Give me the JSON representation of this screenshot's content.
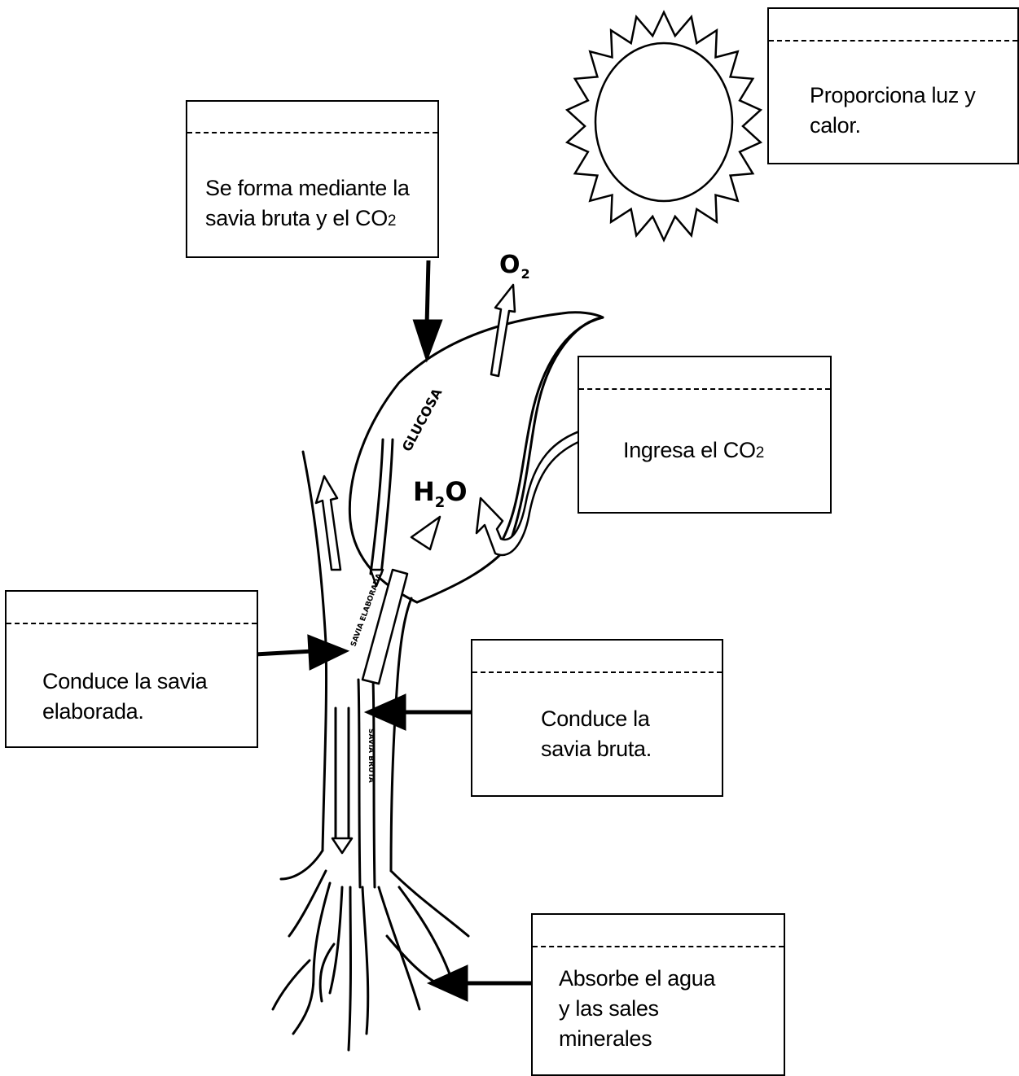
{
  "labels": {
    "sol": {
      "line1": "Proporciona  luz y",
      "line2": "calor."
    },
    "glucosa": {
      "line1": "Se forma mediante la",
      "line2_prefix": "savia bruta y el CO",
      "line2_sub": "2"
    },
    "hoja": {
      "prefix": "Ingresa el CO",
      "sub": "2"
    },
    "floema": {
      "line1": "Conduce la savia",
      "line2": "elaborada."
    },
    "xilema": {
      "line1": "Conduce la",
      "line2": "savia bruta."
    },
    "raiz": {
      "line1": "Absorbe el agua",
      "line2": "y las sales",
      "line3": "minerales"
    }
  },
  "diagram_text": {
    "o2": "O",
    "o2_sub": "2",
    "h2o_h": "H",
    "h2o_sub": "2",
    "h2o_o": "O",
    "glucosa": "GLUCOSA",
    "savia_elaborada": "SAVIA ELABORADA",
    "savia_bruta": "SAVIA BRUTA"
  }
}
